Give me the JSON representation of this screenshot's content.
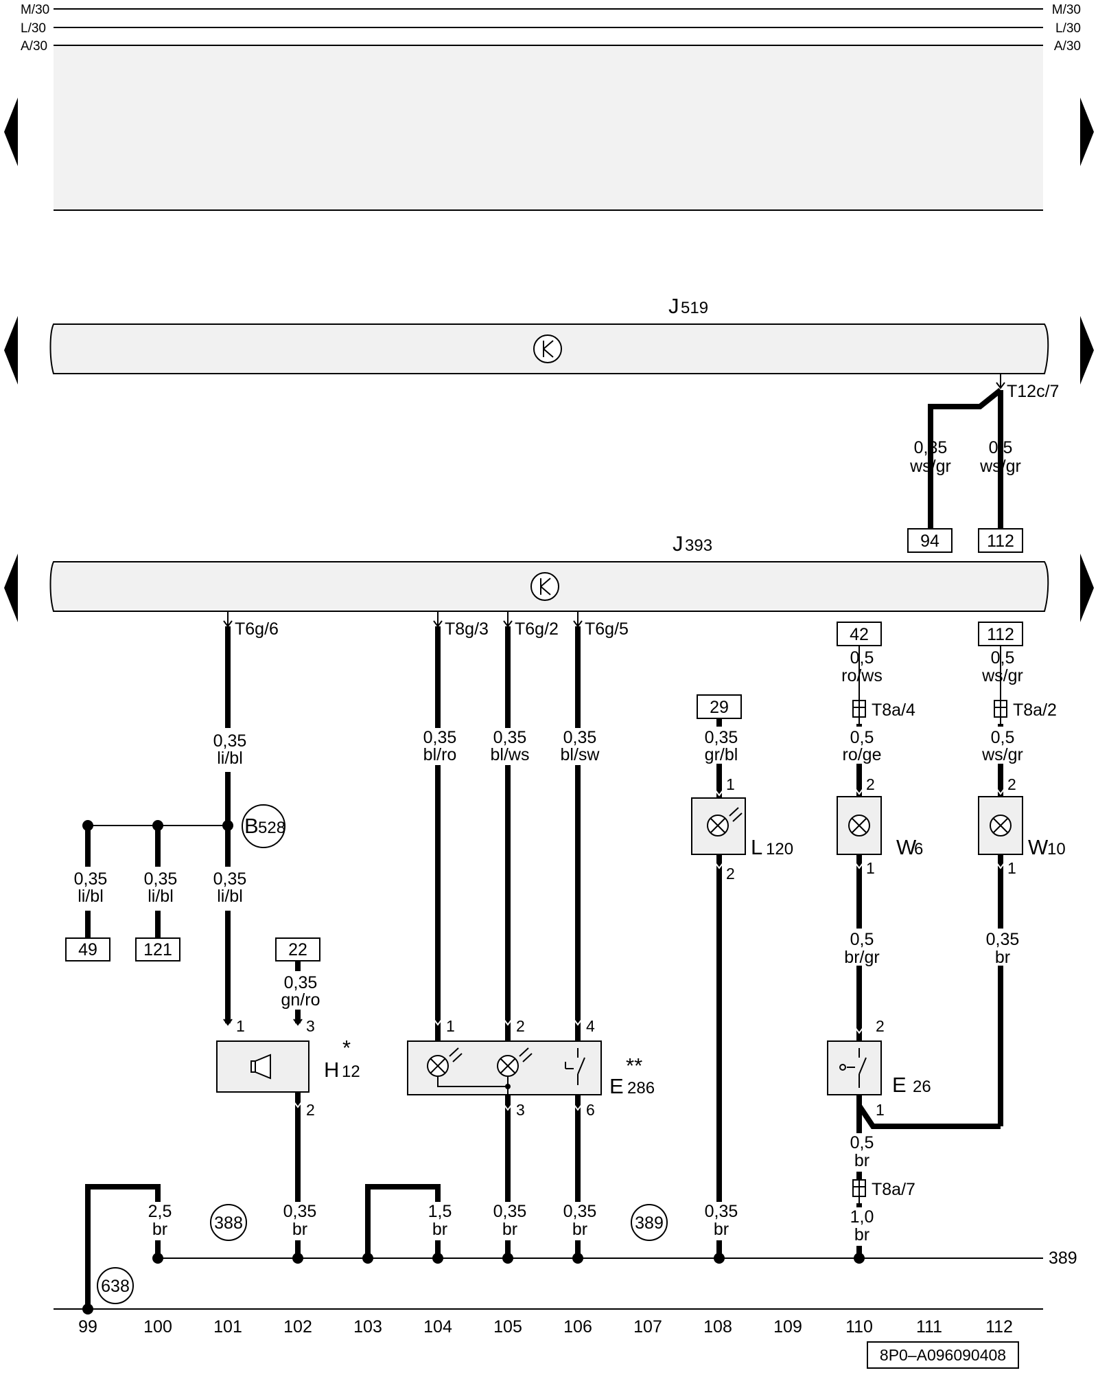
{
  "rails": {
    "left": [
      "M/30",
      "L/30",
      "A/30"
    ],
    "right": [
      "M/30",
      "L/30",
      "A/30"
    ]
  },
  "modules": {
    "j519": {
      "letter": "J",
      "number": "519"
    },
    "j393": {
      "letter": "J",
      "number": "393"
    }
  },
  "components": {
    "h12": {
      "letter": "H",
      "number": "12",
      "mark": "*"
    },
    "e286": {
      "letter": "E",
      "number": "286",
      "mark": "**"
    },
    "l120": {
      "letter": "L",
      "number": "120"
    },
    "w6": {
      "letter": "W",
      "number": "6"
    },
    "w10": {
      "letter": "W",
      "number": "10"
    },
    "e26": {
      "letter": "E",
      "number": "26"
    }
  },
  "connectors": {
    "t12c7": "T12c/7",
    "t6g6": "T6g/6",
    "t8g3": "T8g/3",
    "t6g2": "T6g/2",
    "t6g5": "T6g/5",
    "t8a4": "T8a/4",
    "t8a2": "T8a/2",
    "t8a7": "T8a/7"
  },
  "splice": {
    "letter": "B",
    "number": "528"
  },
  "wires": {
    "w1062": {
      "size": "0,35",
      "color": "ws/gr"
    },
    "w1142": {
      "size": "0,5",
      "color": "ws/gr"
    },
    "w101a": {
      "size": "0,35",
      "color": "li/bl"
    },
    "w99": {
      "size": "0,35",
      "color": "li/bl"
    },
    "w100": {
      "size": "0,35",
      "color": "li/bl"
    },
    "w101b": {
      "size": "0,35",
      "color": "li/bl"
    },
    "w102": {
      "size": "0,35",
      "color": "gn/ro"
    },
    "w104": {
      "size": "0,35",
      "color": "bl/ro"
    },
    "w105": {
      "size": "0,35",
      "color": "bl/ws"
    },
    "w106": {
      "size": "0,35",
      "color": "bl/sw"
    },
    "w108": {
      "size": "0,35",
      "color": "gr/bl"
    },
    "w110a": {
      "size": "0,5",
      "color": "ro/ws"
    },
    "w110b": {
      "size": "0,5",
      "color": "ro/ge"
    },
    "w110c": {
      "size": "0,5",
      "color": "br/gr"
    },
    "w110d": {
      "size": "0,5",
      "color": "br"
    },
    "w112a": {
      "size": "0,5",
      "color": "ws/gr"
    },
    "w112b": {
      "size": "0,5",
      "color": "ws/gr"
    },
    "w112c": {
      "size": "0,35",
      "color": "br"
    },
    "g100": {
      "size": "2,5",
      "color": "br"
    },
    "g102": {
      "size": "0,35",
      "color": "br"
    },
    "g104": {
      "size": "1,5",
      "color": "br"
    },
    "g105": {
      "size": "0,35",
      "color": "br"
    },
    "g106": {
      "size": "0,35",
      "color": "br"
    },
    "g108": {
      "size": "0,35",
      "color": "br"
    },
    "g110": {
      "size": "1,0",
      "color": "br"
    }
  },
  "refs": {
    "r94": "94",
    "r112top": "112",
    "r42": "42",
    "r112": "112",
    "r29": "29",
    "r49": "49",
    "r121": "121",
    "r22": "22"
  },
  "pins": {
    "h12": {
      "p1": "1",
      "p3": "3",
      "p2": "2"
    },
    "e286": {
      "p1": "1",
      "p2": "2",
      "p4": "4",
      "p3": "3",
      "p6": "6"
    },
    "l120": {
      "p1": "1",
      "p2": "2"
    },
    "w6": {
      "p2": "2",
      "p1": "1"
    },
    "w10": {
      "p2": "2",
      "p1": "1"
    },
    "e26": {
      "p2": "2",
      "p1": "1"
    }
  },
  "grounds": {
    "g388": "388",
    "g389": "389",
    "g638": "638"
  },
  "ground_line_ref": "389",
  "tracks": [
    "99",
    "100",
    "101",
    "102",
    "103",
    "104",
    "105",
    "106",
    "107",
    "108",
    "109",
    "110",
    "111",
    "112"
  ],
  "doc_code": "8P0–A096090408"
}
